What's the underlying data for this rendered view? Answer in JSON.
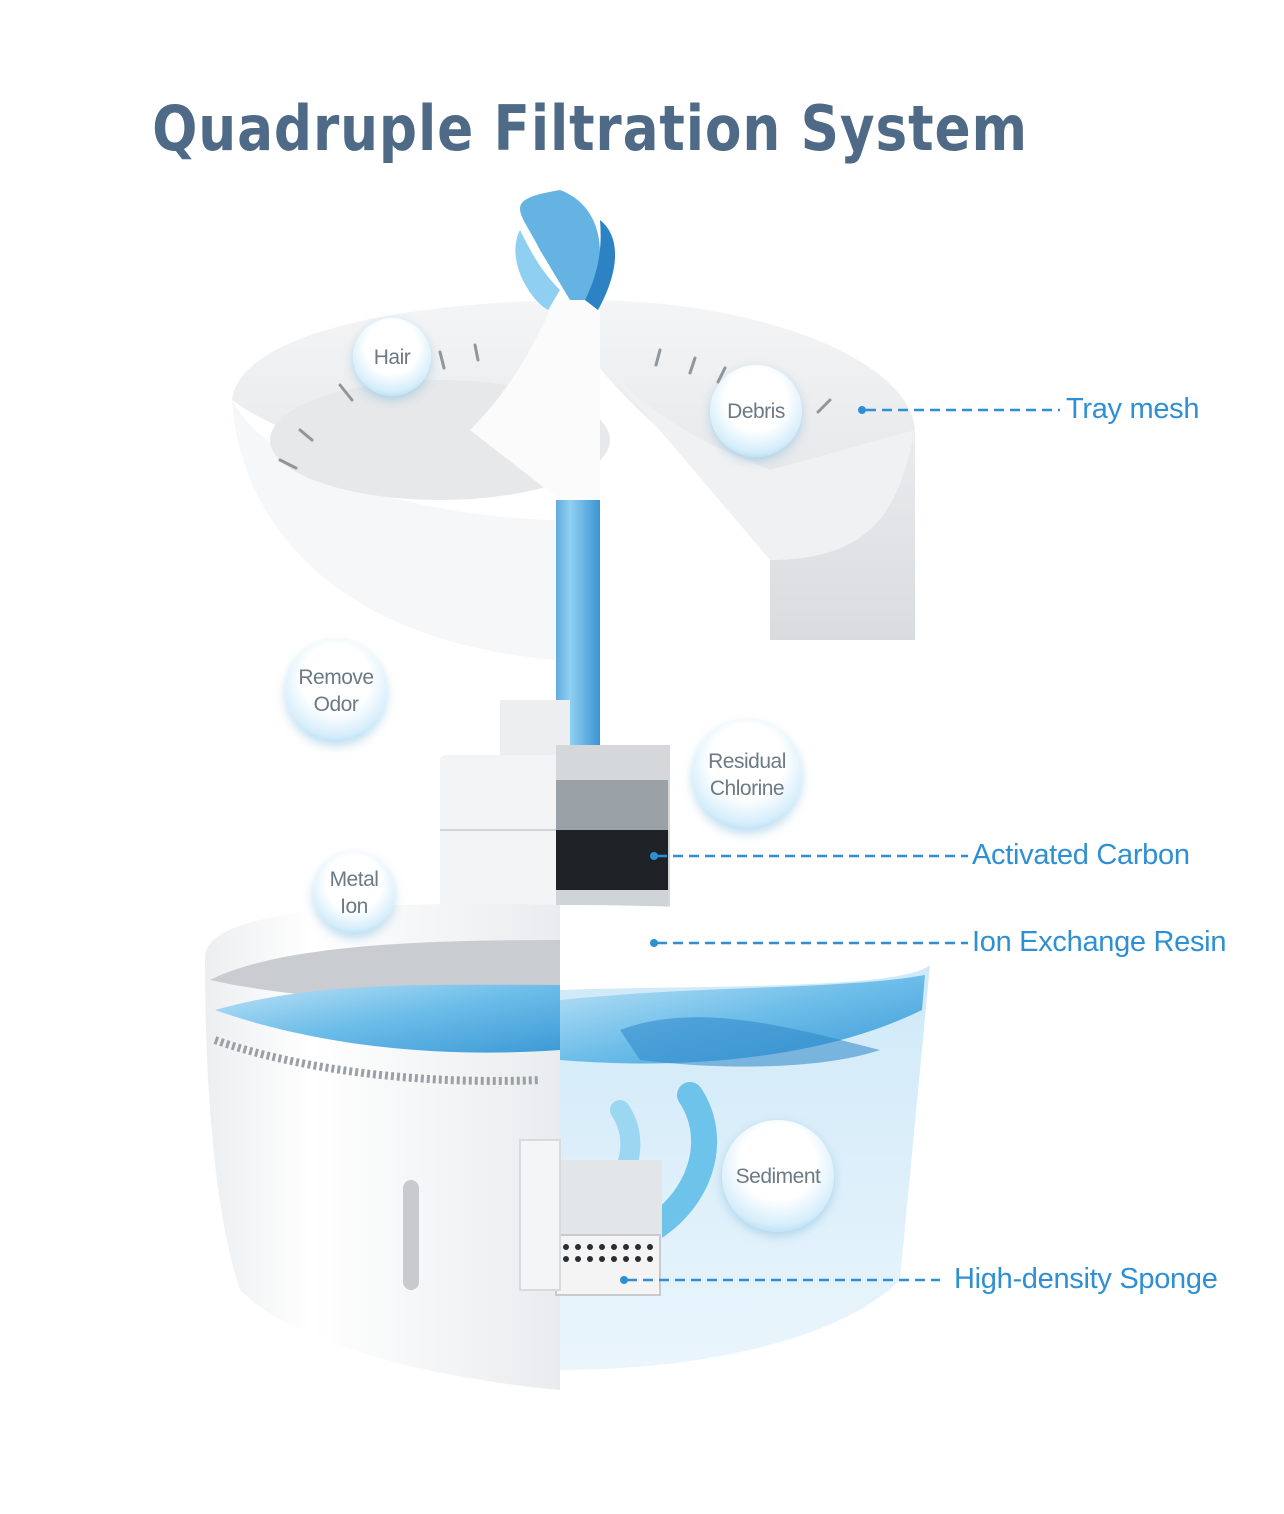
{
  "title": "Quadruple Filtration System",
  "bubbles": {
    "hair": "Hair",
    "debris": "Debris",
    "remove_odor": [
      "Remove",
      "Odor"
    ],
    "residual_chlorine": [
      "Residual",
      "Chlorine"
    ],
    "metal_ion": [
      "Metal",
      "Ion"
    ],
    "sediment": "Sediment"
  },
  "callouts": {
    "tray_mesh": "Tray mesh",
    "activated_carbon": "Activated Carbon",
    "ion_exchange_resin": "Ion Exchange Resin",
    "high_density_sponge": "High-density Sponge"
  },
  "colors": {
    "title": "#4e6a86",
    "callout": "#2f8fd4",
    "water": "#5fb4e6",
    "water_dark": "#2e86c8",
    "body_white": "#ffffff",
    "body_shade": "#e4e7ea"
  }
}
